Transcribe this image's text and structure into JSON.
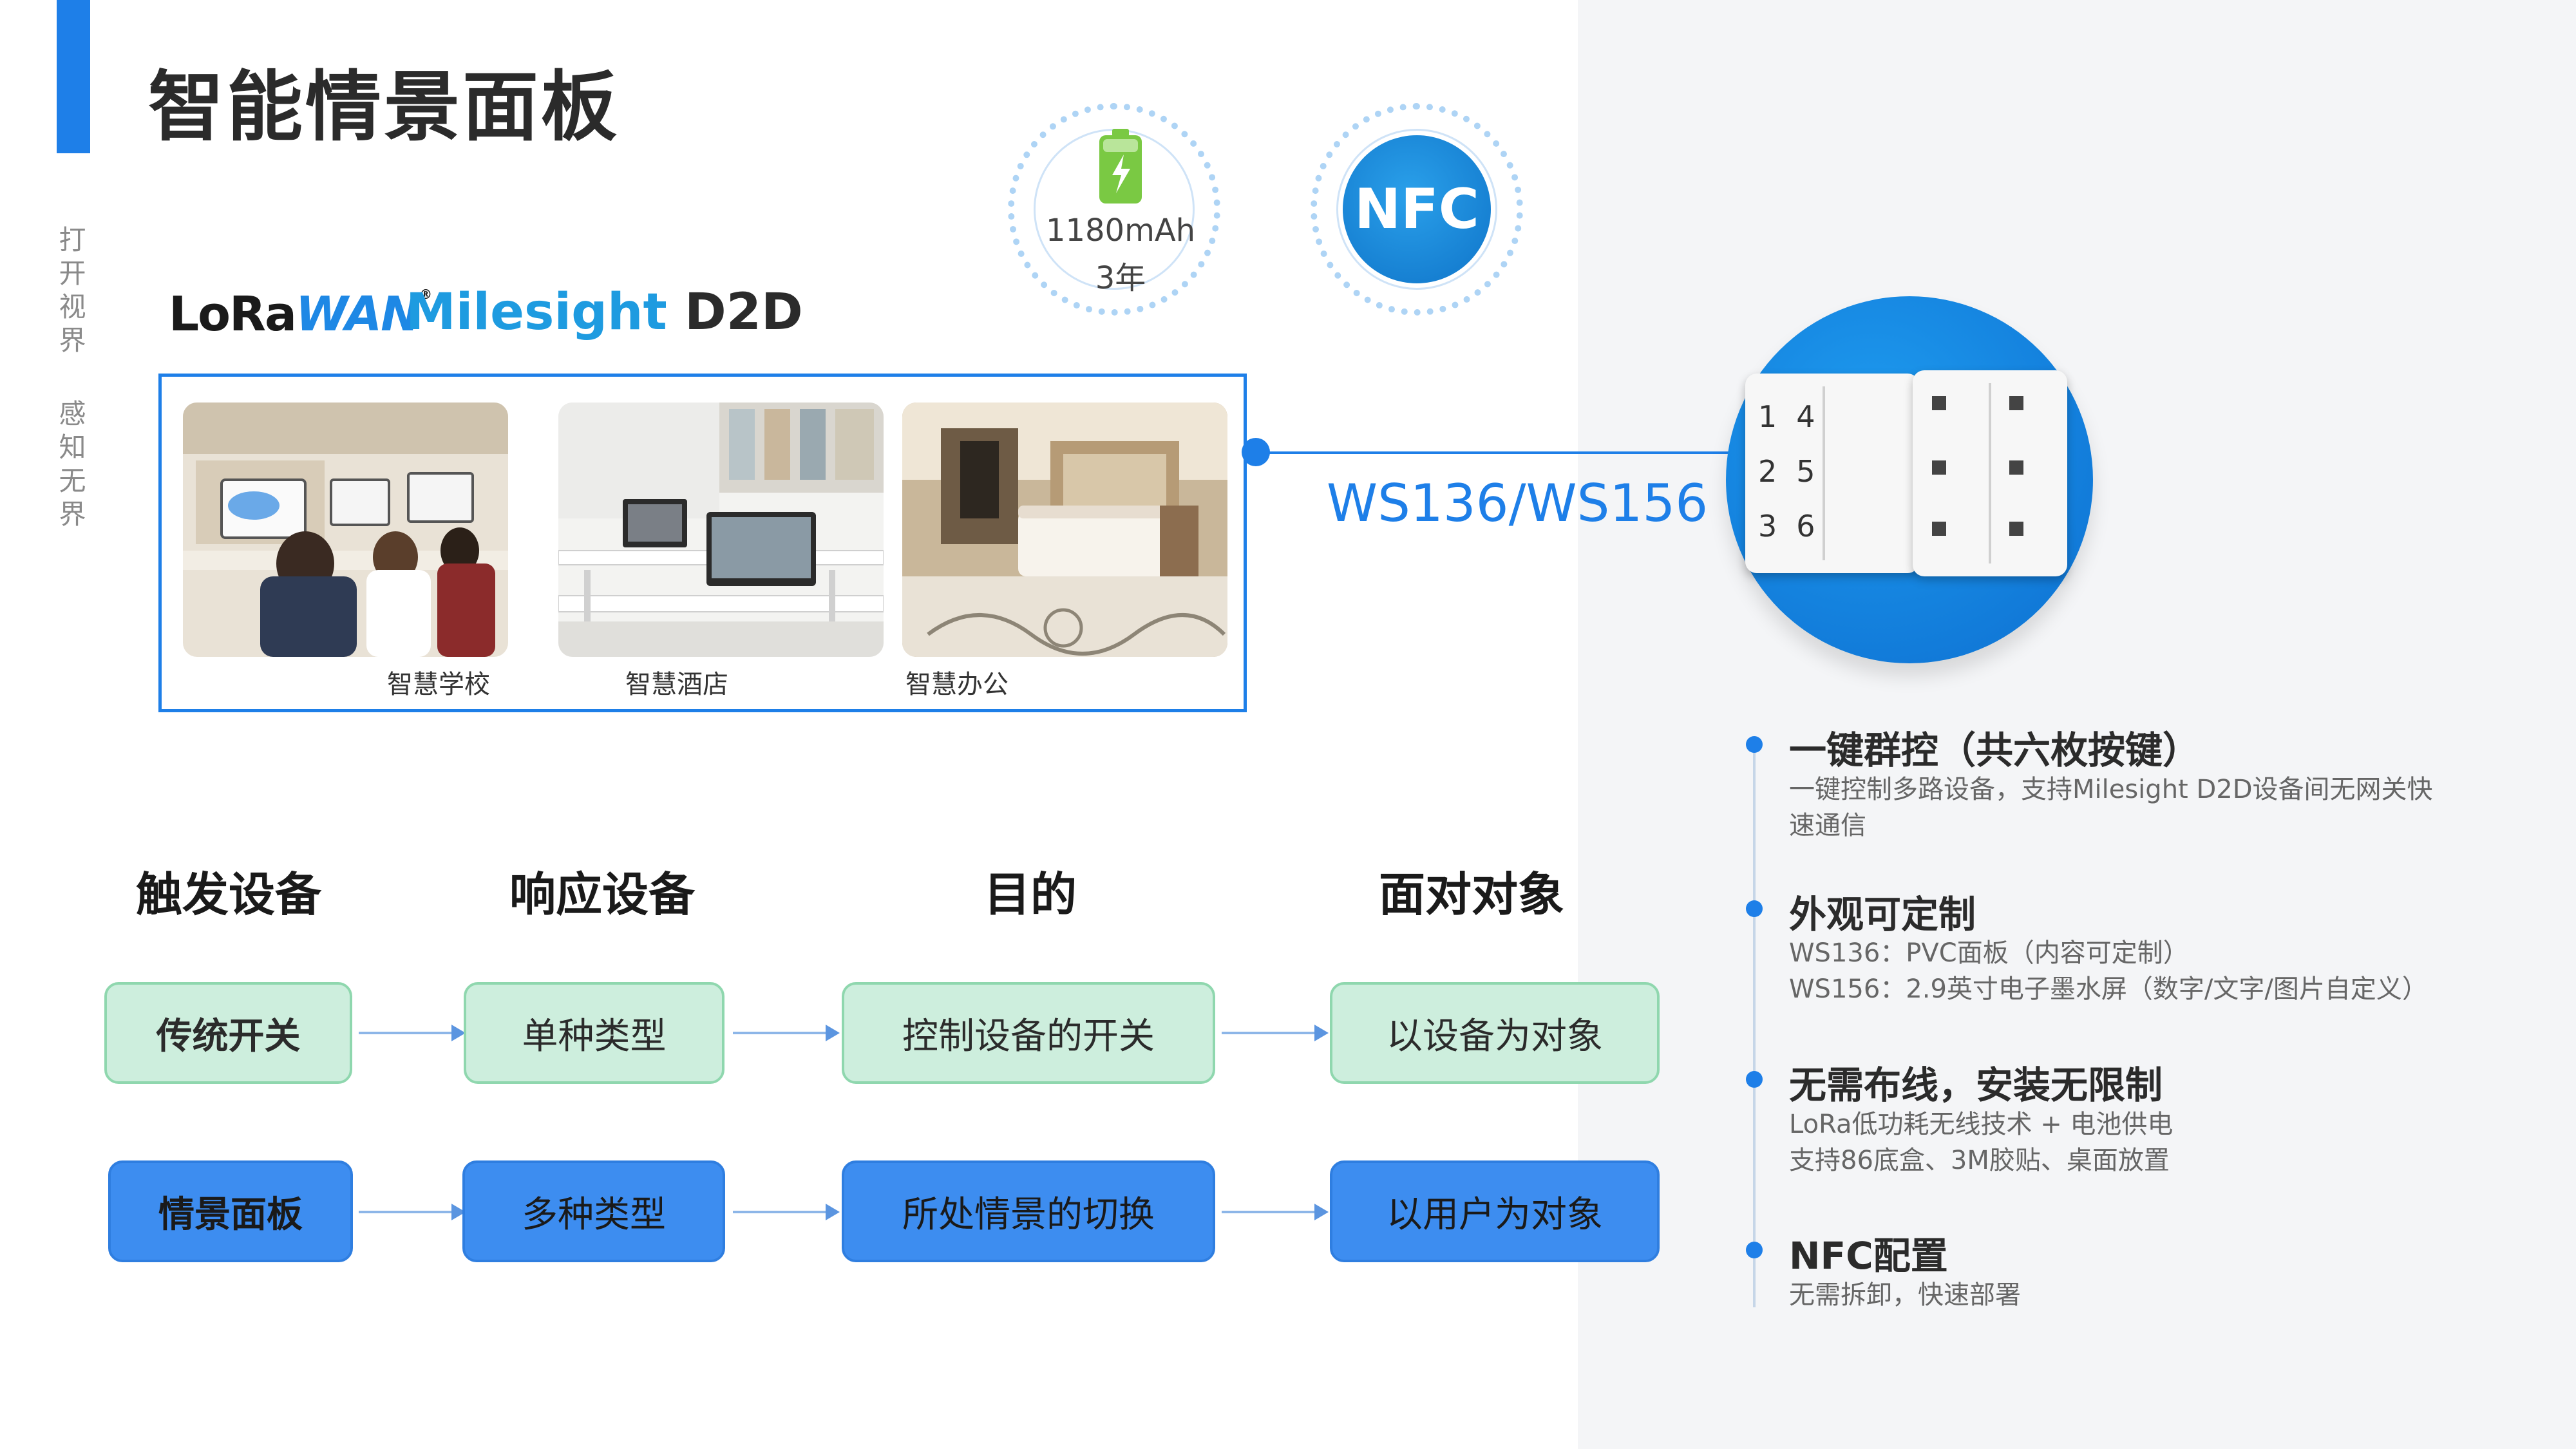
{
  "page": {
    "title": "智能情景面板",
    "side_text_1": "打开视界",
    "side_text_2": "感知无界"
  },
  "brand": {
    "lorawan_prefix": "LoRa",
    "lorawan_suffix": "WAN",
    "lorawan_mark": "®",
    "milesight": "Milesight",
    "d2d": "D2D"
  },
  "badges": {
    "battery_capacity": "1180mAh",
    "battery_life": "3年",
    "nfc_label": "NFC"
  },
  "scenes": [
    {
      "caption": "智慧学校",
      "icon": "classroom-photo"
    },
    {
      "caption": "智慧酒店",
      "icon": "office-photo"
    },
    {
      "caption": "智慧办公",
      "icon": "hotel-room-photo"
    }
  ],
  "device": {
    "model": "WS136/WS156",
    "keys_left": [
      "1",
      "4",
      "2",
      "5",
      "3",
      "6"
    ]
  },
  "features": [
    {
      "title": "一键群控（共六枚按键）",
      "desc": [
        "一键控制多路设备，支持Milesight D2D设备间无网关快",
        "速通信"
      ]
    },
    {
      "title": "外观可定制",
      "desc": [
        "WS136：PVC面板（内容可定制）",
        "WS156：2.9英寸电子墨水屏（数字/文字/图片自定义）"
      ]
    },
    {
      "title": "无需布线，安装无限制",
      "desc": [
        "LoRa低功耗无线技术 + 电池供电",
        "支持86底盒、3M胶贴、桌面放置"
      ]
    },
    {
      "title": "NFC配置",
      "desc": [
        "无需拆卸，快速部署"
      ]
    }
  ],
  "flow": {
    "headers": [
      "触发设备",
      "响应设备",
      "目的",
      "面对对象"
    ],
    "row_traditional": [
      "传统开关",
      "单种类型",
      "控制设备的开关",
      "以设备为对象"
    ],
    "row_scene": [
      "情景面板",
      "多种类型",
      "所处情景的切换",
      "以用户为对象"
    ]
  },
  "colors": {
    "accent": "#1e7fe8",
    "green_box": "#cdeedd",
    "blue_box": "#3d8df0"
  }
}
